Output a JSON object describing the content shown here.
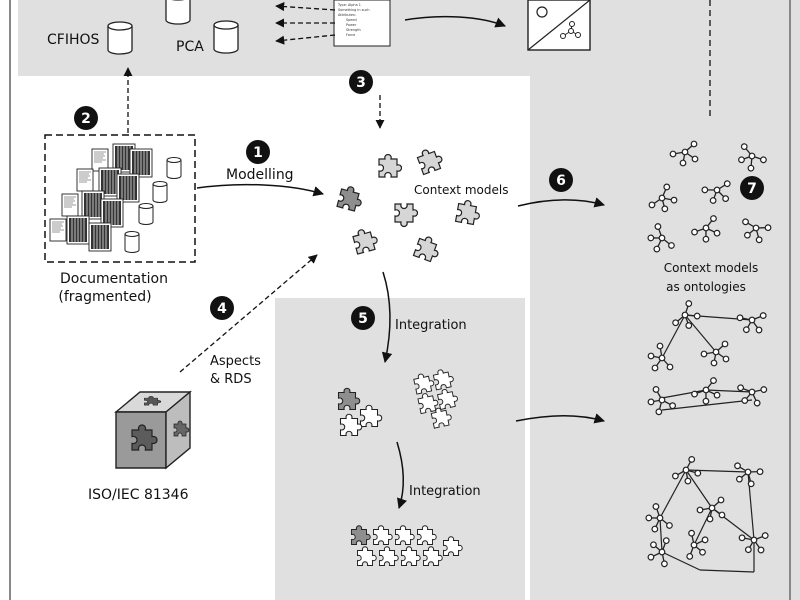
{
  "labels": {
    "cfihos": "CFIHOS",
    "pca": "PCA",
    "documentation_line1": "Documentation",
    "documentation_line2": "(fragmented)",
    "modelling": "Modelling",
    "context_models": "Context models",
    "integration_1": "Integration",
    "integration_2": "Integration",
    "aspects_line1": "Aspects",
    "aspects_line2": "& RDS",
    "iso": "ISO/IEC 81346",
    "ontologies_line1": "Context models",
    "ontologies_line2": "as ontologies"
  },
  "badges": [
    "1",
    "2",
    "3",
    "4",
    "5",
    "6",
    "7"
  ],
  "spec_sheet_lines": [
    "Type: Alpha 1",
    "Something in such",
    "Attributes:",
    "Speed",
    "Power",
    "Strength",
    "Force"
  ],
  "colors": {
    "region_gray": "#e0e0e0",
    "puzzle_light": "#d6d6d6",
    "puzzle_dark": "#8e8e8e",
    "stroke": "#222222"
  }
}
